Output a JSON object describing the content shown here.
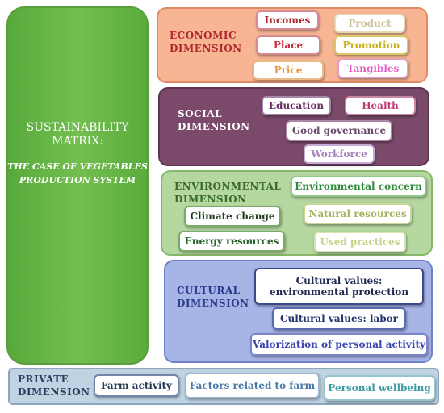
{
  "left": {
    "title": "SUSTAINABILITY MATRIX:",
    "subtitle": "THE CASE OF VEGETABLES PRODUCTION SYSTEM"
  },
  "economic": {
    "label": "ECONOMIC DIMENSION",
    "items": [
      "Incomes",
      "Product",
      "Place",
      "Promotion",
      "Price",
      "Tangibles"
    ]
  },
  "social": {
    "label": "SOCIAL DIMENSION",
    "items": [
      "Education",
      "Health",
      "Good governance",
      "Workforce"
    ]
  },
  "environmental": {
    "label": "ENVIRONMENTAL DIMENSION",
    "items": [
      "Environmental concern",
      "Climate change",
      "Natural resources",
      "Energy resources",
      "Used practices"
    ]
  },
  "cultural": {
    "label": "CULTURAL DIMENSION",
    "items": [
      "Cultural values: environmental protection",
      "Cultural values: labor",
      "Valorization of personal activity"
    ]
  },
  "private": {
    "label": "PRIVATE DIMENSION",
    "items": [
      "Farm activity",
      "Factors related to farm",
      "Personal wellbeing"
    ]
  }
}
